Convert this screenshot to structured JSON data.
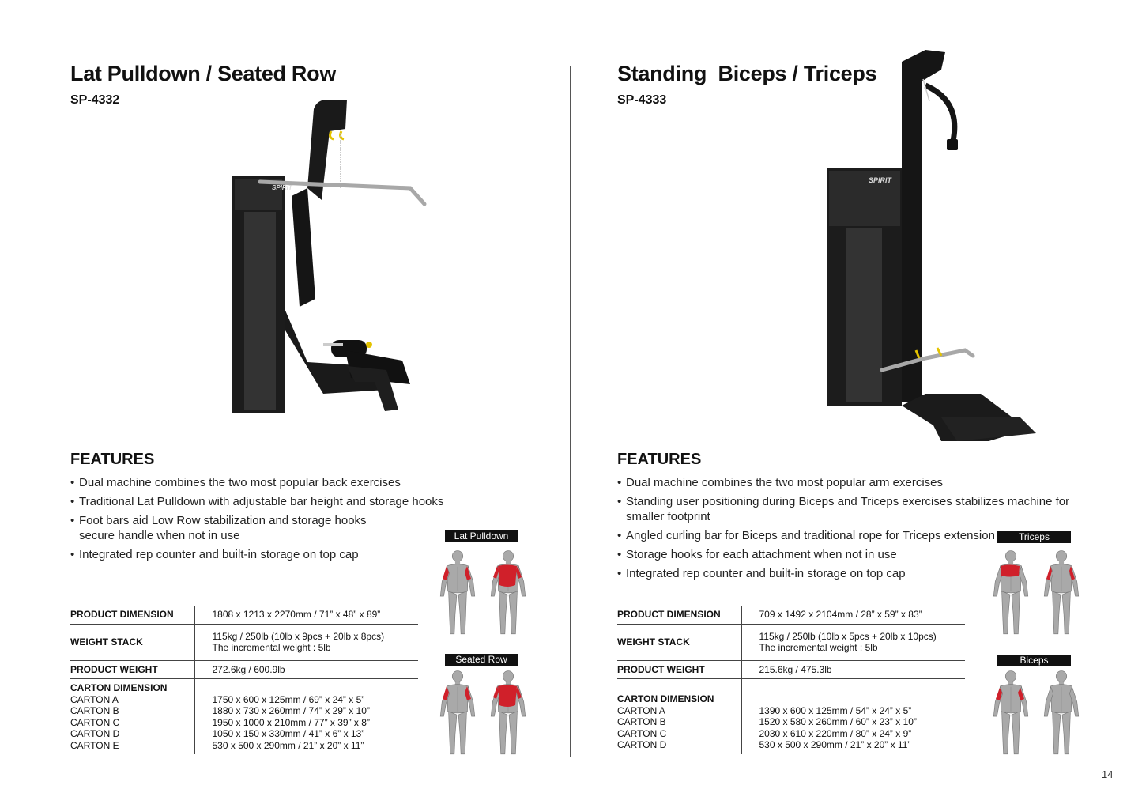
{
  "left": {
    "title": "Lat Pulldown / Seated Row",
    "model": "SP-4332",
    "features_title": "FEATURES",
    "features": [
      "Dual machine combines the two most popular back exercises",
      "Traditional Lat Pulldown with adjustable bar height and storage hooks",
      "Foot bars aid Low Row stabilization and storage hooks secure handle when not in use",
      "Integrated rep counter and built-in storage on top cap"
    ],
    "brand": "SPIRIT",
    "muscle_labels": [
      "Lat Pulldown",
      "Seated Row"
    ],
    "specs": {
      "dimension_label": "PRODUCT DIMENSION",
      "dimension_value": "1808 x 1213 x 2270mm / 71” x 48” x 89”",
      "weight_stack_label": "WEIGHT STACK",
      "weight_stack_value": "115kg / 250lb (10lb x 9pcs + 20lb x 8pcs)",
      "weight_stack_note": "The incremental weight : 5lb",
      "product_weight_label": "PRODUCT WEIGHT",
      "product_weight_value": "272.6kg / 600.9lb",
      "carton_label": "CARTON DIMENSION",
      "cartons": [
        {
          "name": "CARTON A",
          "value": "1750 x 600 x 125mm / 69” x 24” x 5”"
        },
        {
          "name": "CARTON B",
          "value": "1880 x 730 x 260mm / 74” x 29” x 10”"
        },
        {
          "name": "CARTON C",
          "value": "1950 x 1000 x 210mm / 77” x 39” x 8”"
        },
        {
          "name": "CARTON D",
          "value": "1050 x 150 x 330mm / 41” x 6” x 13”"
        },
        {
          "name": "CARTON E",
          "value": "530 x 500 x 290mm / 21” x 20” x 11”"
        }
      ]
    }
  },
  "right": {
    "title": "Standing  Biceps / Triceps",
    "model": "SP-4333",
    "features_title": "FEATURES",
    "features": [
      "Dual machine combines the two most popular arm exercises",
      "Standing user positioning during Biceps and Triceps exercises stabilizes machine for smaller footprint",
      "Angled curling bar for Biceps and traditional rope for Triceps extension",
      "Storage hooks for each attachment when not in use",
      "Integrated rep counter and built-in storage on top cap"
    ],
    "brand": "SPIRIT",
    "muscle_labels": [
      "Triceps",
      "Biceps"
    ],
    "specs": {
      "dimension_label": "PRODUCT DIMENSION",
      "dimension_value": "709 x 1492 x 2104mm / 28” x 59” x 83”",
      "weight_stack_label": "WEIGHT STACK",
      "weight_stack_value": "115kg / 250lb (10lb x 5pcs + 20lb x 10pcs)",
      "weight_stack_note": "The incremental weight : 5lb",
      "product_weight_label": "PRODUCT WEIGHT",
      "product_weight_value": "215.6kg / 475.3lb",
      "carton_label": "CARTON DIMENSION",
      "cartons": [
        {
          "name": "CARTON A",
          "value": "1390 x 600 x 125mm / 54” x 24” x 5”"
        },
        {
          "name": "CARTON B",
          "value": "1520 x 580 x 260mm / 60” x 23” x 10”"
        },
        {
          "name": "CARTON C",
          "value": "2030 x 610 x 220mm / 80” x 24” x 9”"
        },
        {
          "name": "CARTON D",
          "value": "530 x 500 x 290mm / 21” x 20” x 11”"
        }
      ]
    },
    "colors": {
      "accent_muscle": "#d0202a",
      "body_gray": "#a9a9a9",
      "frame": "#1c1c1c"
    }
  },
  "page_number": "14"
}
